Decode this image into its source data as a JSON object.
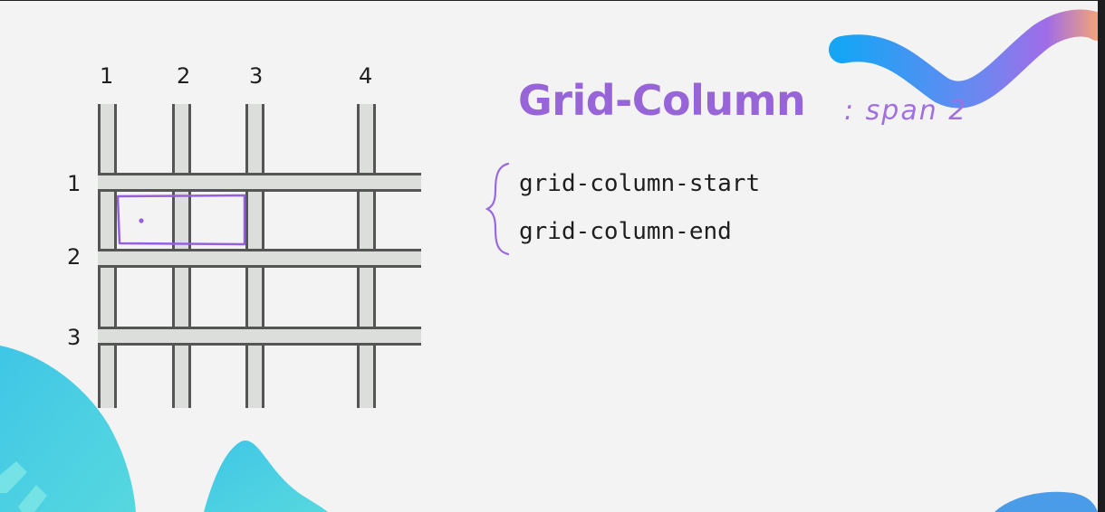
{
  "slide": {
    "title": "Grid-Column",
    "annotation": ": span 2",
    "properties": [
      "grid-column-start",
      "grid-column-end"
    ]
  },
  "grid": {
    "column_line_labels": [
      "1",
      "2",
      "3",
      "4"
    ],
    "row_line_labels": [
      "1",
      "2",
      "3"
    ],
    "highlighted_area": {
      "column_start_line": 1,
      "column_end_line": 3,
      "row_start_line": 1,
      "row_end_line": 2
    }
  },
  "colors": {
    "title": "#9765d8",
    "annotation": "#a070e0",
    "track_fill": "#dcdedc",
    "track_border": "#555555",
    "background": "#f3f3f3",
    "decor_cyan": "#4fd1e0",
    "decor_purple": "#9a6cf0"
  }
}
